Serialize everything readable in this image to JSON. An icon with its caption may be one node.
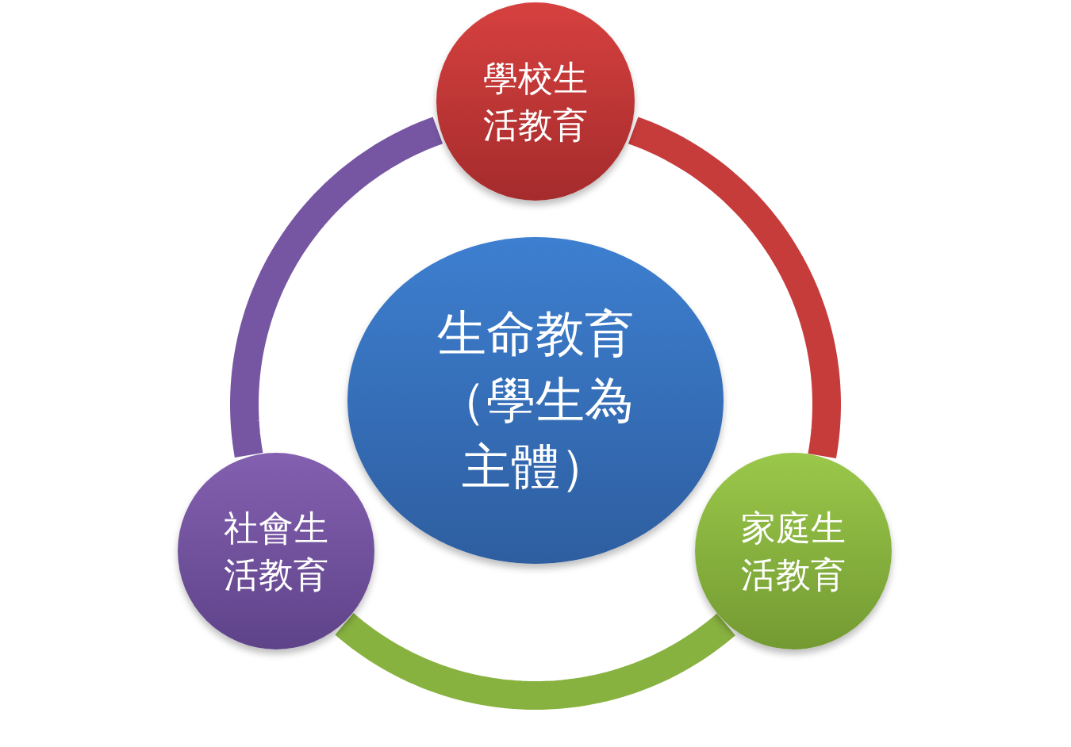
{
  "diagram": {
    "nodes": [
      {
        "text": [
          "學校生活教育"
        ]
      },
      {
        "text": [
          "生命教育（學生為主體）"
        ]
      },
      {
        "text": [
          "社會生活教育"
        ]
      },
      {
        "text": [
          "家庭生活教育"
        ]
      }
    ],
    "edges": [
      {
        "from": 0,
        "to": 3,
        "arrow": "none",
        "color": "#c63c3b"
      },
      {
        "from": 3,
        "to": 2,
        "arrow": "none",
        "color": "#88b240"
      },
      {
        "from": 2,
        "to": 0,
        "arrow": "none",
        "color": "#7656a2"
      }
    ]
  }
}
